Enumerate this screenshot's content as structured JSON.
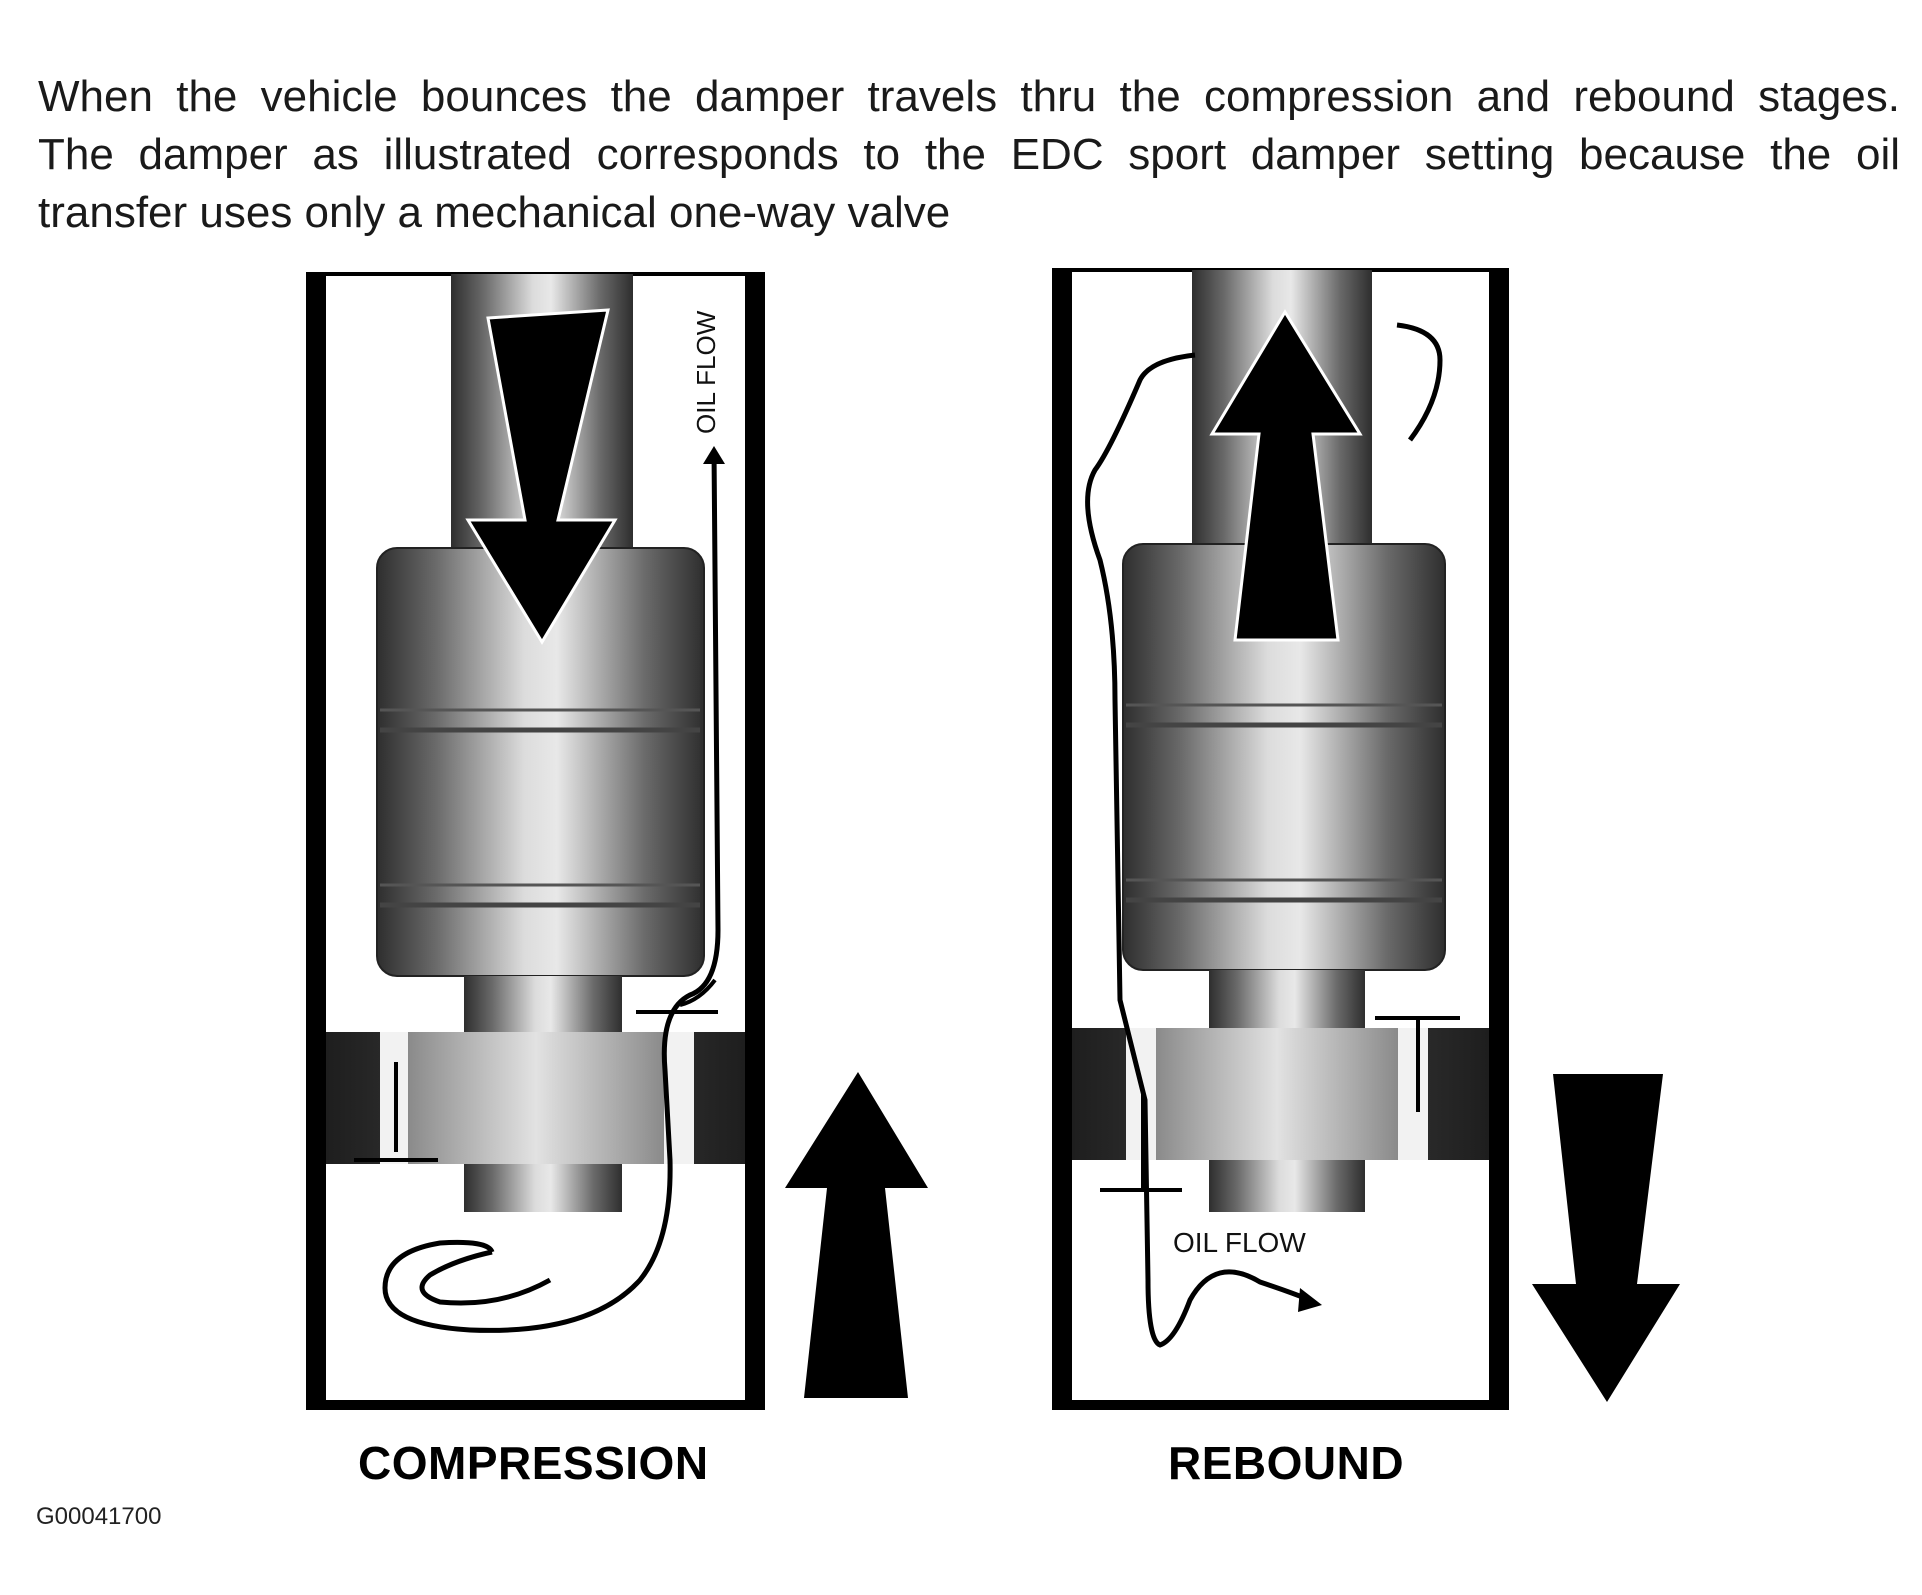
{
  "description": {
    "line1": "When the vehicle bounces the damper travels thru the compression and rebound stages.",
    "line2": "The damper as illustrated corresponds to the EDC sport damper setting because the oil",
    "line3": "transfer uses only a mechanical one-way valve"
  },
  "compression": {
    "label": "COMPRESSION",
    "flow_label": "OIL FLOW"
  },
  "rebound": {
    "label": "REBOUND",
    "flow_label": "OIL FLOW"
  },
  "figure_code": "G00041700"
}
